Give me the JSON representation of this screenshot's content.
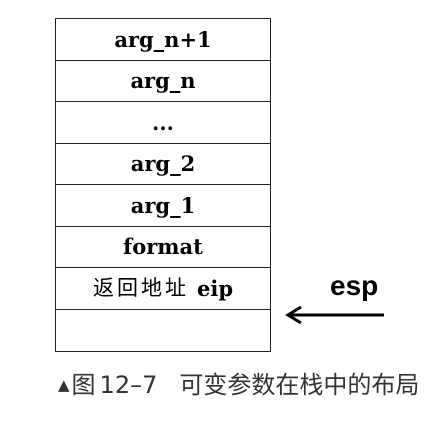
{
  "stack": {
    "cells": [
      "arg_n+1",
      "arg_n",
      "...",
      "arg_2",
      "arg_1",
      "format",
      {
        "cjk": "返回地址",
        "reg": "eip"
      },
      ""
    ]
  },
  "pointer": {
    "label": "esp"
  },
  "caption": {
    "marker": "▲",
    "prefix": "图",
    "number": "12–7",
    "text": "可变参数在栈中的布局"
  },
  "colors": {
    "border": "#222222",
    "text": "#000000",
    "caption_text": "#333333"
  }
}
